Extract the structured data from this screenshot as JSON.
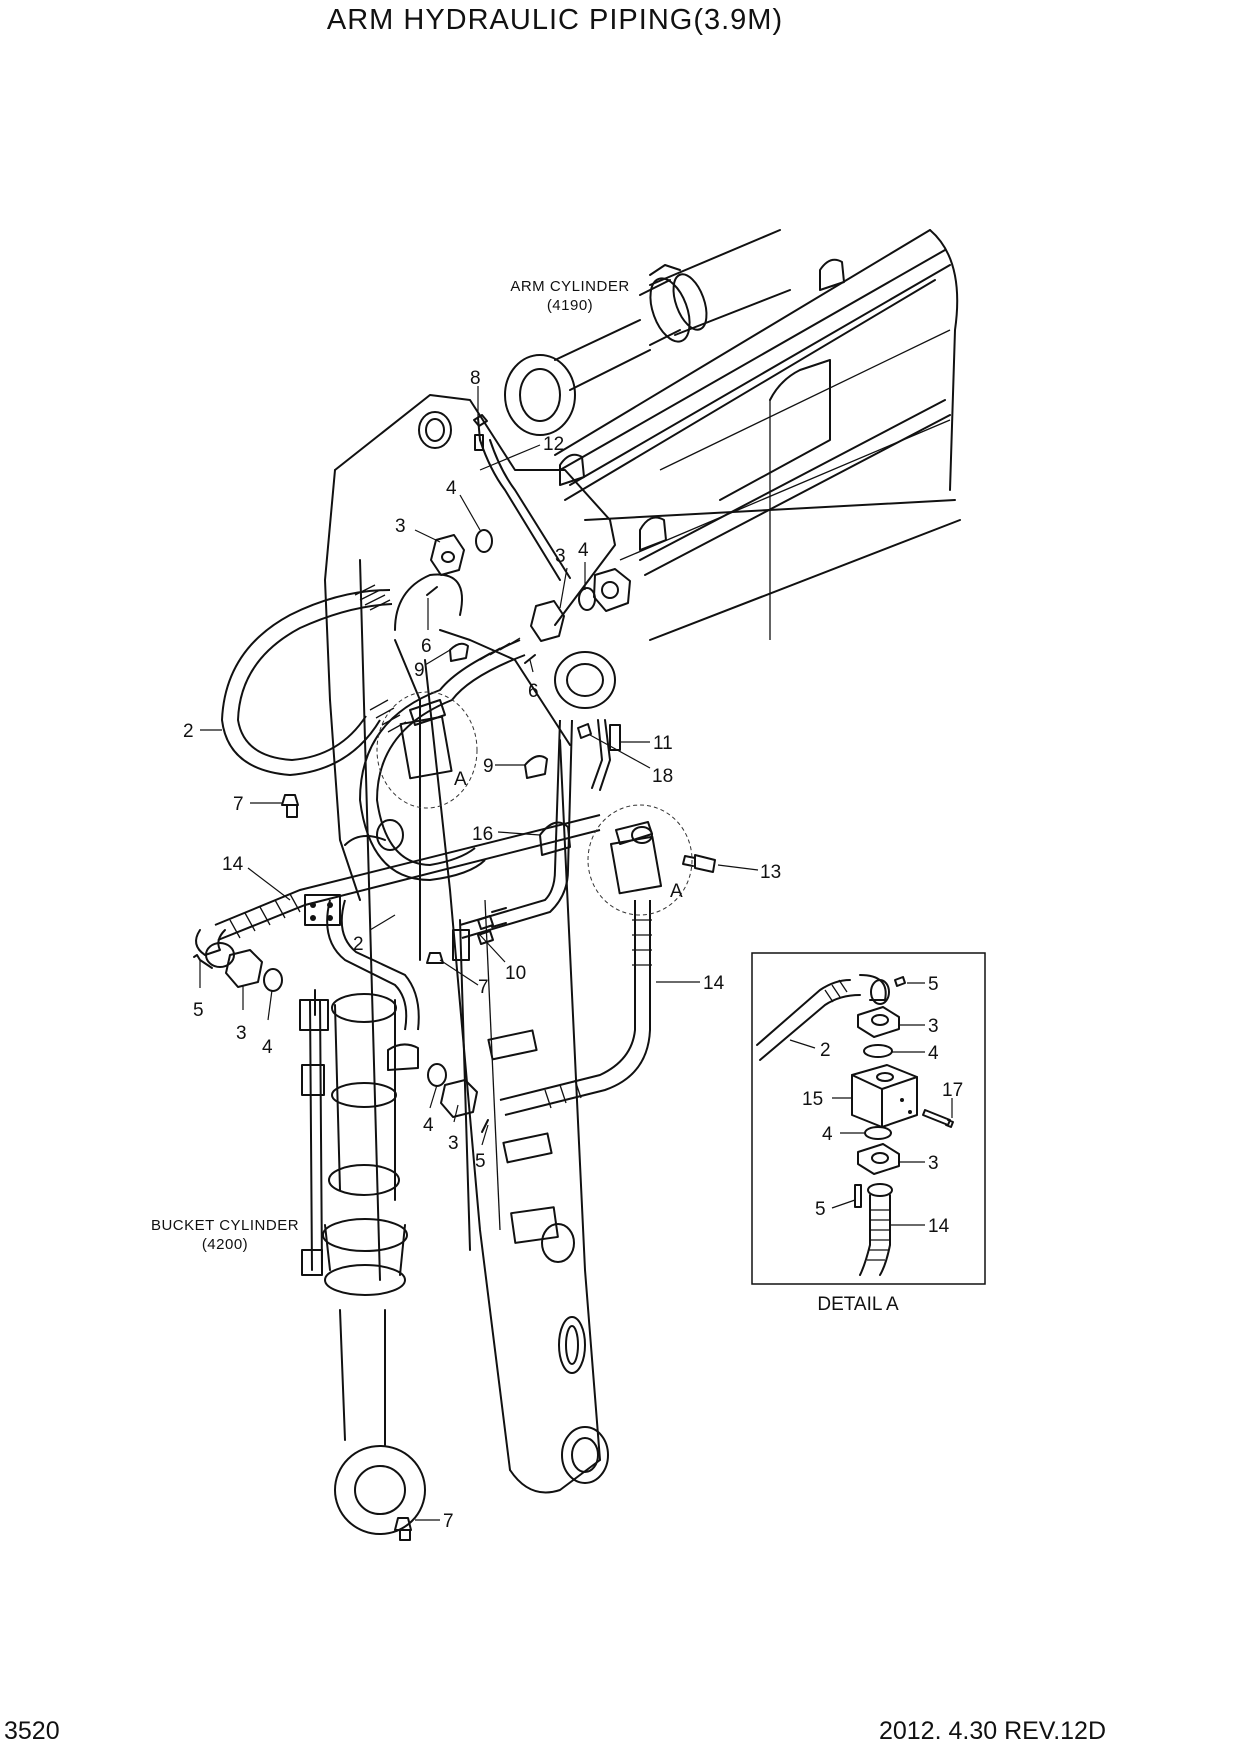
{
  "title": "ARM HYDRAULIC PIPING(3.9M)",
  "page_number": "3520",
  "revision": "2012. 4.30  REV.12D",
  "components": {
    "arm_cylinder": {
      "name": "ARM CYLINDER",
      "ref": "(4190)"
    },
    "bucket_cylinder": {
      "name": "BUCKET CYLINDER",
      "ref": "(4200)"
    }
  },
  "detail_marks": {
    "a1": "A",
    "a2": "A"
  },
  "detail": {
    "title": "DETAIL  A",
    "labels": {
      "d5a": "5",
      "d3a": "3",
      "d2": "2",
      "d4a": "4",
      "d15": "15",
      "d17": "17",
      "d4b": "4",
      "d3b": "3",
      "d5b": "5",
      "d14": "14"
    }
  },
  "callouts": {
    "c8": "8",
    "c12": "12",
    "c4a": "4",
    "c3a": "3",
    "c3b": "3",
    "c4b": "4",
    "c6a": "6",
    "c9a": "9",
    "c6b": "6",
    "c2a": "2",
    "c7a": "7",
    "c11": "11",
    "c9b": "9",
    "c18": "18",
    "c16": "16",
    "c14a": "14",
    "c13": "13",
    "c2b": "2",
    "c10": "10",
    "c7b": "7",
    "c5a": "5",
    "c3c": "3",
    "c4c": "4",
    "c14b": "14",
    "c4d": "4",
    "c3d": "3",
    "c5b": "5",
    "c7c": "7"
  }
}
